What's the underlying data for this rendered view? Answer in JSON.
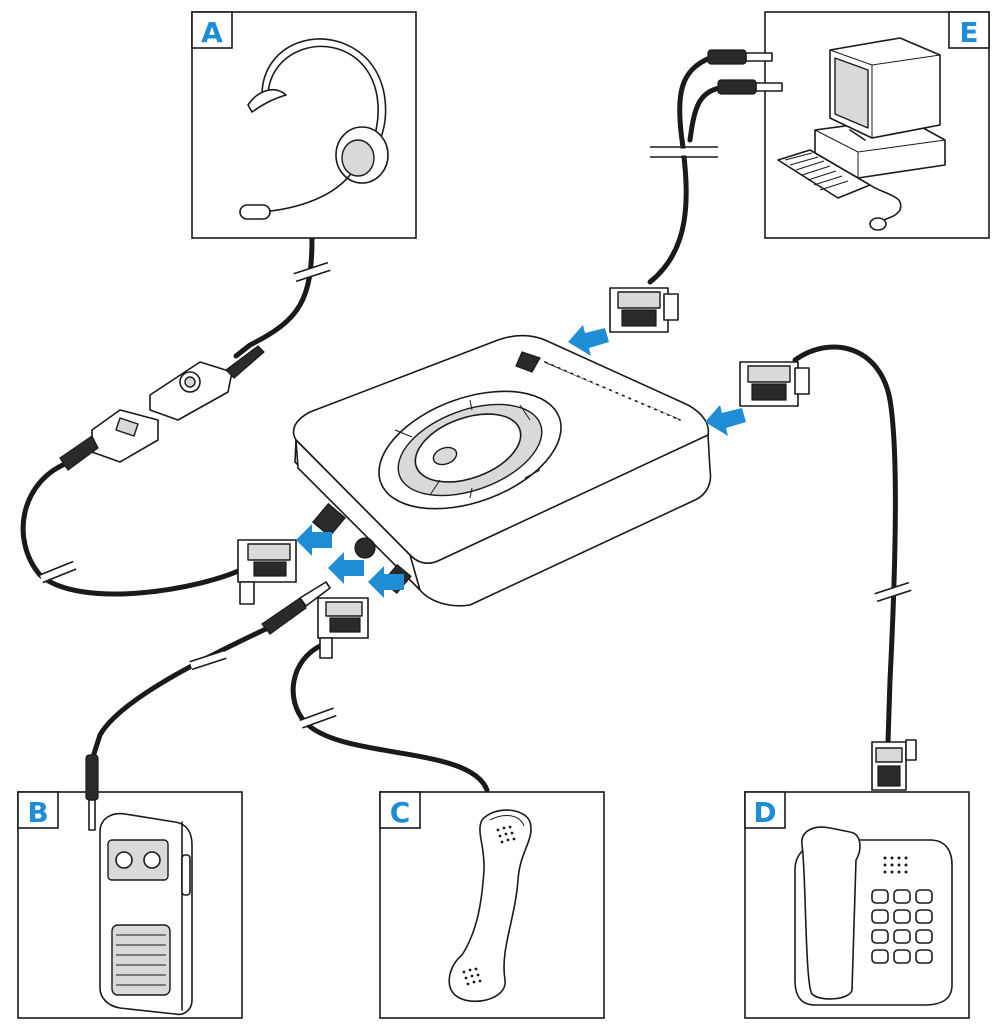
{
  "colors": {
    "accent": "#1f8dd6",
    "line": "#1a1a1a",
    "background": "#ffffff",
    "device_fill": "#ffffff",
    "shade": "#d9d9d9"
  },
  "panels": [
    {
      "id": "A",
      "label": "A",
      "device": "headset-icon"
    },
    {
      "id": "B",
      "label": "B",
      "device": "dictation-recorder-icon"
    },
    {
      "id": "C",
      "label": "C",
      "device": "telephone-handset-icon"
    },
    {
      "id": "D",
      "label": "D",
      "device": "desk-telephone-icon"
    },
    {
      "id": "E",
      "label": "E",
      "device": "computer-icon"
    }
  ],
  "hub": {
    "device": "audio-switch-box-icon"
  },
  "connections": [
    {
      "from": "A",
      "to": "hub",
      "connector": "rj-plug-icon"
    },
    {
      "from": "B",
      "to": "hub",
      "connector": "jack-plug-icon"
    },
    {
      "from": "C",
      "to": "hub",
      "connector": "rj-plug-icon"
    },
    {
      "from": "D",
      "to": "hub",
      "connector": "rj-plug-icon"
    },
    {
      "from": "E",
      "to": "hub",
      "connector": "rj-plug-icon"
    }
  ]
}
